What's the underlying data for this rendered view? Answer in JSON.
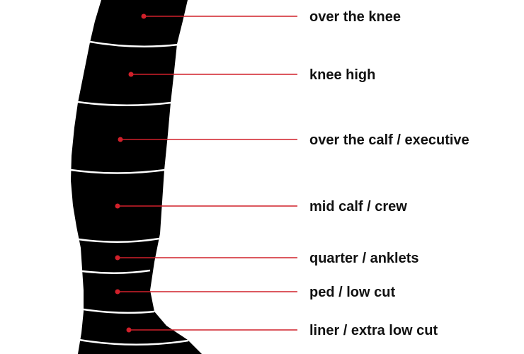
{
  "diagram": {
    "subject": "sock-height-chart",
    "labels": [
      {
        "id": "over-the-knee",
        "text": "over the knee"
      },
      {
        "id": "knee-high",
        "text": "knee high"
      },
      {
        "id": "over-the-calf",
        "text": "over the calf / executive"
      },
      {
        "id": "mid-calf",
        "text": "mid calf / crew"
      },
      {
        "id": "quarter",
        "text": "quarter / anklets"
      },
      {
        "id": "ped",
        "text": "ped / low cut"
      },
      {
        "id": "liner",
        "text": "liner / extra low cut"
      }
    ],
    "colors": {
      "leg": "#000000",
      "band-lines": "#ffffff",
      "leader-lines": "#d0202a",
      "text": "#111111",
      "background": "#ffffff"
    }
  }
}
